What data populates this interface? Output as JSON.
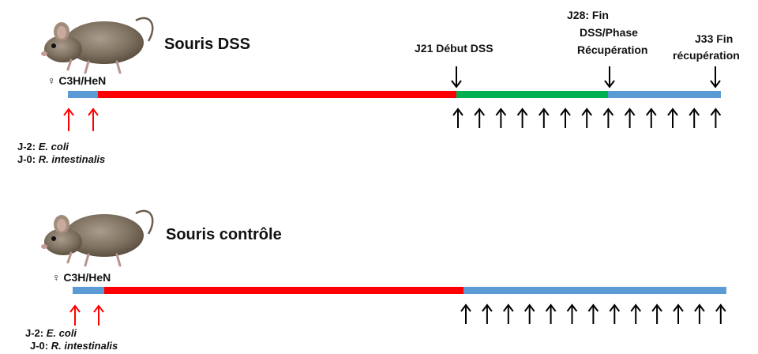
{
  "colors": {
    "baseline": "#5b9bd5",
    "colonization": "#ff0000",
    "dss": "#00b050",
    "recovery": "#5b9bd5",
    "sampling_arrow": "#000000",
    "gavage_arrow": "#ff0000"
  },
  "panels": [
    {
      "id": "dss",
      "icon": "mouse-icon",
      "title": "Souris DSS",
      "strain": "♀ C3H/HeN",
      "gavage": [
        {
          "day": "J-2:",
          "organism": "E. coli"
        },
        {
          "day": "J-0:",
          "organism": "R. intestinalis"
        }
      ],
      "annotations": [
        {
          "lines": [
            "J21 Début DSS"
          ]
        },
        {
          "lines": [
            "J28: Fin",
            "DSS/Phase",
            "Récupération"
          ]
        },
        {
          "lines": [
            "J33 Fin",
            "récupération"
          ]
        }
      ],
      "sampling_arrow_count": 13
    },
    {
      "id": "control",
      "icon": "mouse-icon",
      "title": "Souris contrôle",
      "strain": "♀ C3H/HeN",
      "gavage": [
        {
          "day": "J-2:",
          "organism": "E. coli"
        },
        {
          "day": "J-0:",
          "organism": "R. intestinalis"
        }
      ],
      "annotations": [],
      "sampling_arrow_count": 13
    }
  ]
}
